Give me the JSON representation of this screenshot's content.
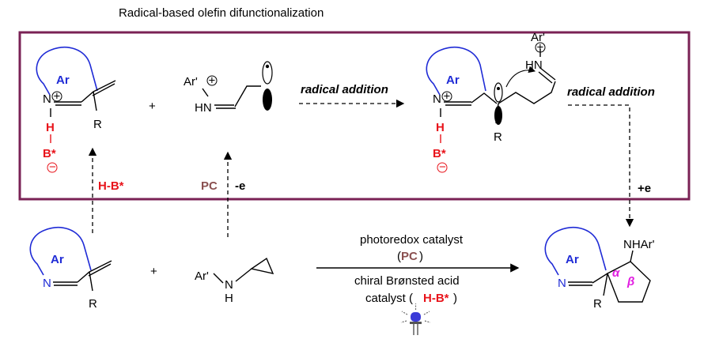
{
  "title": "Radical-based olefin difunctionalization",
  "labels": {
    "ar": "Ar",
    "n": "N",
    "n_plus": "N",
    "hn": "HN",
    "h": "H",
    "b_star": "B*",
    "r": "R",
    "ar_prime": "Ar'",
    "nhar": "NHAr'",
    "plus": "+",
    "charge_plus": "+",
    "charge_minus": "−",
    "alpha": "α",
    "beta": "β"
  },
  "steps": {
    "radical_addition_1": "radical addition",
    "radical_addition_2": "radical addition",
    "hb_step": "H-B*",
    "pc_step": "PC",
    "minus_e": "-e",
    "plus_e": "+e"
  },
  "conditions": {
    "line1": "photoredox catalyst",
    "pc_open": "(",
    "pc": "PC",
    "pc_close": ")",
    "line3": "chiral Brønsted acid",
    "line4_pre": "catalyst (",
    "hb": "H-B*",
    "line4_post": ")"
  },
  "colors": {
    "box": "#7a2255",
    "ar_blue": "#1f2bd6",
    "acid_red": "#e8141b",
    "pc_brown": "#8a5050",
    "greek_magenta": "#e11ee1",
    "lamp_blue": "#3b3bd8"
  }
}
